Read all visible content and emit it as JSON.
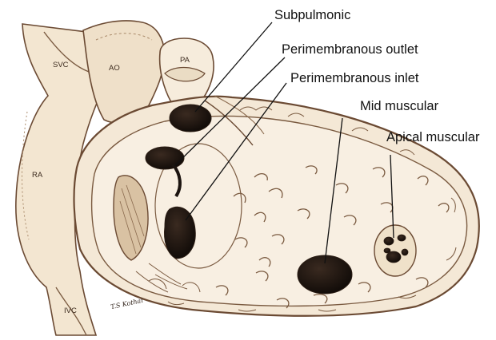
{
  "diagram": {
    "anatomy_labels": {
      "svc": "SVC",
      "ao": "AO",
      "pa": "PA",
      "ra": "RA",
      "ivc": "IVC"
    },
    "callouts": {
      "subpulmonic": "Subpulmonic",
      "perimembranous_outlet": "Perimembranous outlet",
      "perimembranous_inlet": "Perimembranous inlet",
      "mid_muscular": "Mid muscular",
      "apical_muscular": "Apical muscular"
    },
    "signature": "T.S Kothai"
  },
  "colors": {
    "sketch_fill": "#f4e8d6",
    "sketch_shade": "#e6d2b5",
    "sketch_line": "#6b4a33",
    "defect_fill": "#1c1410",
    "callout_line": "#111111"
  }
}
